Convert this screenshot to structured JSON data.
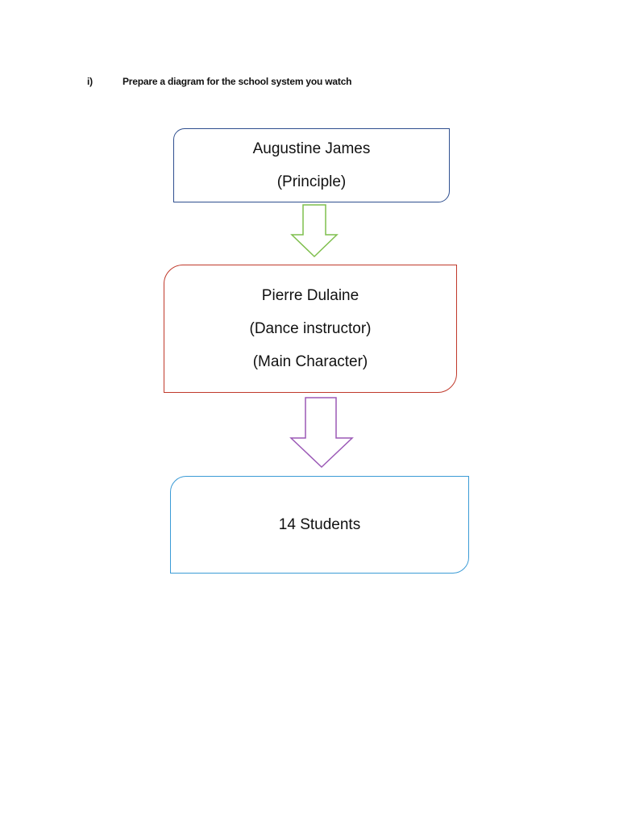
{
  "question": {
    "number": "i)",
    "text": "Prepare a diagram for the school system you watch"
  },
  "diagram": {
    "nodes": [
      {
        "id": "principal",
        "lines": [
          "Augustine James",
          "(Principle)"
        ],
        "border_color": "#2f4f8f"
      },
      {
        "id": "instructor",
        "lines": [
          "Pierre Dulaine",
          "(Dance instructor)",
          "(Main Character)"
        ],
        "border_color": "#c0392b"
      },
      {
        "id": "students",
        "lines": [
          "14 Students"
        ],
        "border_color": "#3b9bd6"
      }
    ],
    "arrows": [
      {
        "from": "principal",
        "to": "instructor",
        "color": "#7fbf4d",
        "icon": "down-arrow-icon"
      },
      {
        "from": "instructor",
        "to": "students",
        "color": "#9b59b6",
        "icon": "down-arrow-icon"
      }
    ]
  }
}
